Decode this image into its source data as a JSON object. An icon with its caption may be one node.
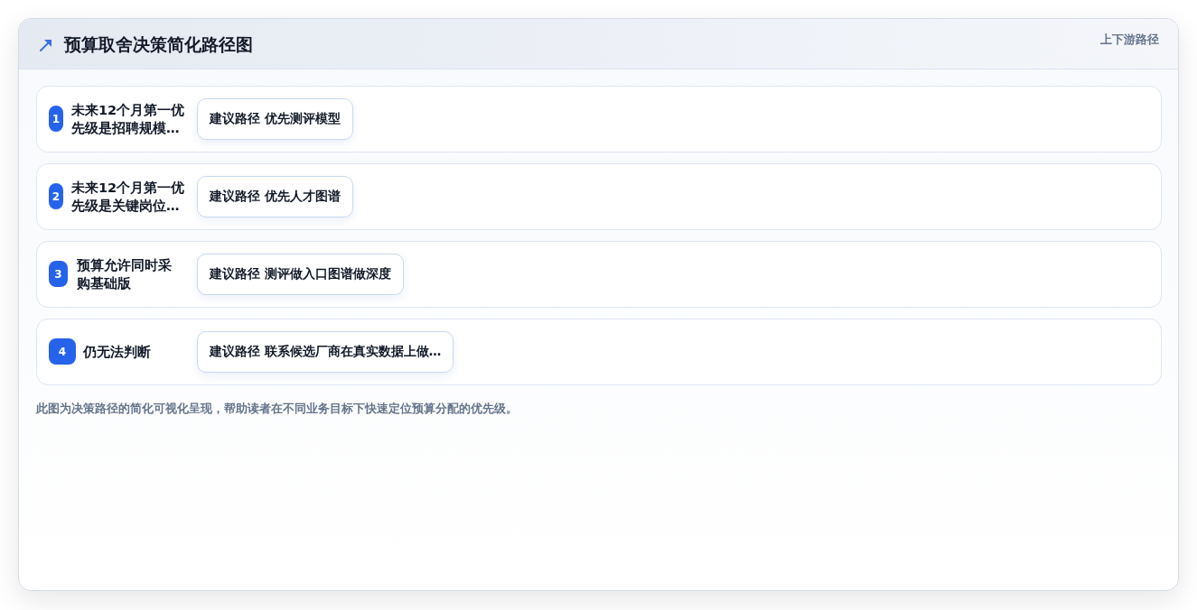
{
  "diagram": {
    "title": "预算取舍决策简化路径图",
    "caption": "此图为决策路径的简化可视化呈现，帮助读者在不同业务目标下快速定位预算分配的优先级。",
    "nodes": [
      {
        "text": [
          "未来12个月第一优先级是招聘规模…"
        ]
      },
      {
        "text": [
          "1"
        ],
        "in": 0
      },
      {
        "text": [
          "建议路径 优先测评模型"
        ],
        "in": 0
      },
      {
        "text": [
          "未来12个月第一优先级是关键岗位…"
        ]
      },
      {
        "text": [
          "2"
        ],
        "in": 3
      },
      {
        "text": [
          "建议路径 优先人才图谱"
        ],
        "in": 3
      },
      {
        "text": [
          "预算允许同时采购基础版"
        ]
      },
      {
        "text": [
          "3"
        ],
        "in": 6
      },
      {
        "text": [
          "建议路径 测评做入口图谱做深度"
        ],
        "in": 6
      },
      {
        "text": [
          "仍无法判断"
        ]
      },
      {
        "text": [
          "4"
        ],
        "in": 9
      },
      {
        "text": [
          "建议路径 联系候选厂商在真实数据上做…"
        ],
        "in": 9
      }
    ],
    "labels": [
      "上下游路径"
    ]
  }
}
